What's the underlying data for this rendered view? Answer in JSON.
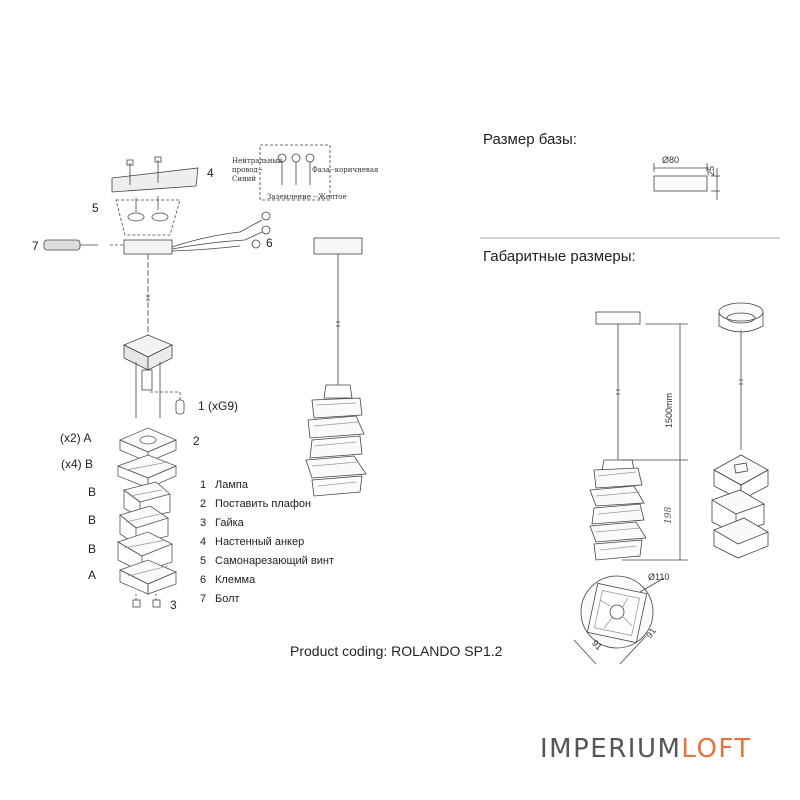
{
  "headings": {
    "base_size": "Размер базы:",
    "overall_size": "Габаритные размеры:"
  },
  "assembly": {
    "wiring": {
      "neutral": "Нейтральный провод--Синий",
      "phase": "Фаза--коричневая",
      "ground": "Заземление --Желтое"
    },
    "callouts": {
      "c4": "4",
      "c5": "5",
      "c7": "7",
      "c6": "6",
      "c1": "1 (xG9)",
      "c2": "2",
      "c3": "3",
      "a_top": "(x2) A",
      "b_top": "(x4) B",
      "b1": "B",
      "b2": "B",
      "b3": "B",
      "a_bottom": "A"
    },
    "parts": [
      {
        "num": "1",
        "label": "Лампа"
      },
      {
        "num": "2",
        "label": "Поставить плафон"
      },
      {
        "num": "3",
        "label": "Гайка"
      },
      {
        "num": "4",
        "label": "Настенный анкер"
      },
      {
        "num": "5",
        "label": "Самонарезающий винт"
      },
      {
        "num": "6",
        "label": "Клемма"
      },
      {
        "num": "7",
        "label": "Болт"
      }
    ]
  },
  "dimensions": {
    "base_diameter": "Ø80",
    "base_height": "25",
    "cable_length": "1500mm",
    "shade_height": "198",
    "shade_diameter": "Ø110",
    "shade_side_a": "91",
    "shade_side_b": "91"
  },
  "product_coding": "Product coding: ROLANDO SP1.2",
  "logo": {
    "part1": "IMPERIUM",
    "part2": "LOFT",
    "color1": "#555555",
    "color2": "#e8733a"
  }
}
